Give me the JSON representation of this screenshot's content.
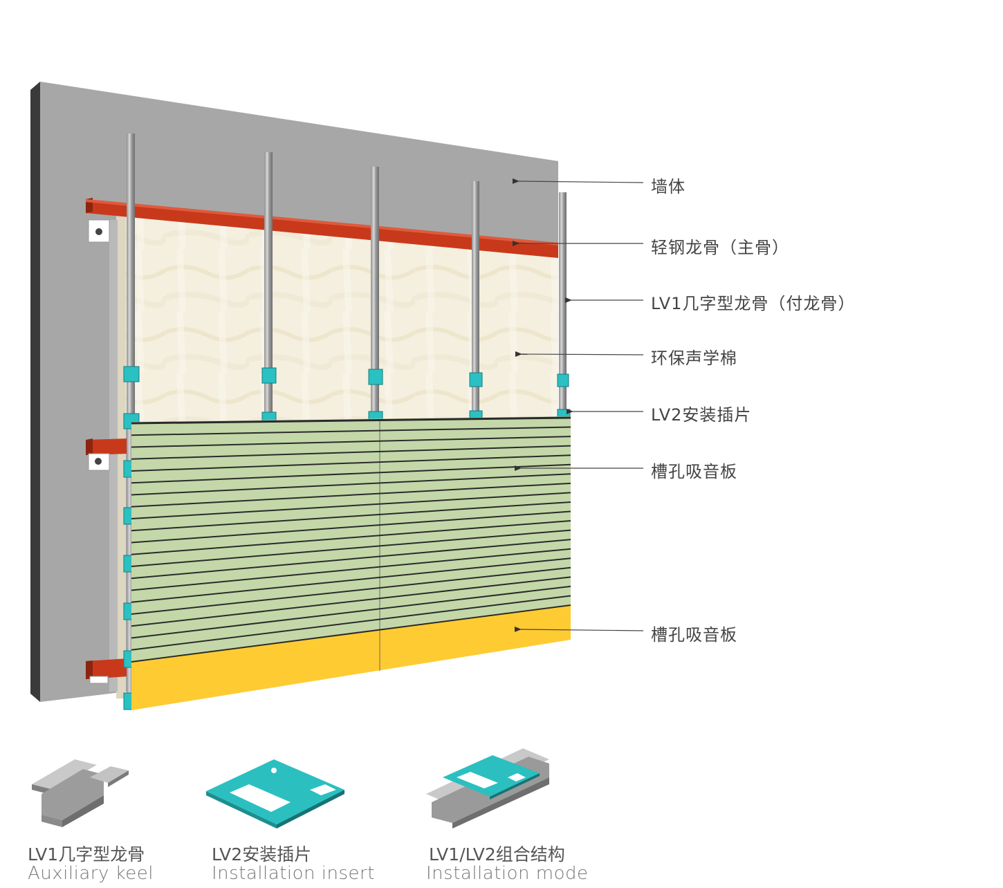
{
  "colors": {
    "wall": "#a6a6a6",
    "wall_side": "#3c3c3c",
    "main_keel": "#c8391c",
    "auxiliary_keel": "#a9a9a9",
    "acoustic_wool": "#f3eedc",
    "insert": "#2bbfc0",
    "panel_green": "#c2d6a8",
    "panel_slot": "#2a2a2a",
    "panel_yellow": "#ffcc33",
    "leader_line": "#444444"
  },
  "callouts": [
    {
      "id": "wall",
      "label": "墙体"
    },
    {
      "id": "main-keel",
      "label": "轻钢龙骨（主骨）"
    },
    {
      "id": "auxiliary-keel",
      "label": "LV1几字型龙骨（付龙骨）"
    },
    {
      "id": "acoustic-wool",
      "label": "环保声学棉"
    },
    {
      "id": "insert",
      "label": "LV2安装插片"
    },
    {
      "id": "slotted-panel-green",
      "label": "槽孔吸音板"
    },
    {
      "id": "slotted-panel-yellow",
      "label": "槽孔吸音板"
    }
  ],
  "components": [
    {
      "id": "auxiliary-keel",
      "title_zh": "LV1几字型龙骨",
      "title_en": "Auxiliary keel"
    },
    {
      "id": "installation-insert",
      "title_zh": "LV2安装插片",
      "title_en": "Installation insert"
    },
    {
      "id": "combination",
      "title_zh": "LV1/LV2组合结构",
      "title_en": "Installation mode"
    }
  ]
}
